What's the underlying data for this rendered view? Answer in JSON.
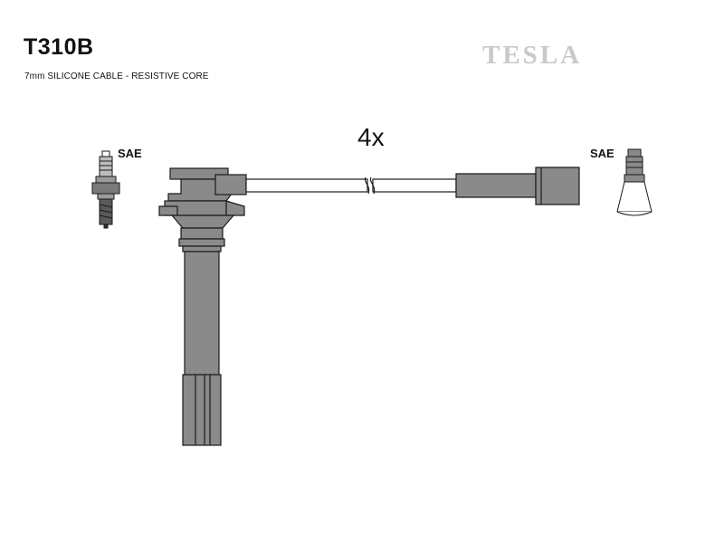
{
  "header": {
    "part_number": "T310B",
    "description": "7mm SILICONE CABLE - RESISTIVE CORE",
    "brand": "TESLA"
  },
  "diagram": {
    "quantity_label": "4x",
    "left_terminal_label": "SAE",
    "right_terminal_label": "SAE"
  },
  "colors": {
    "boot_fill": "#8a8a8a",
    "outline": "#1a1a1a",
    "brand_gray": "#c9c9c9"
  }
}
